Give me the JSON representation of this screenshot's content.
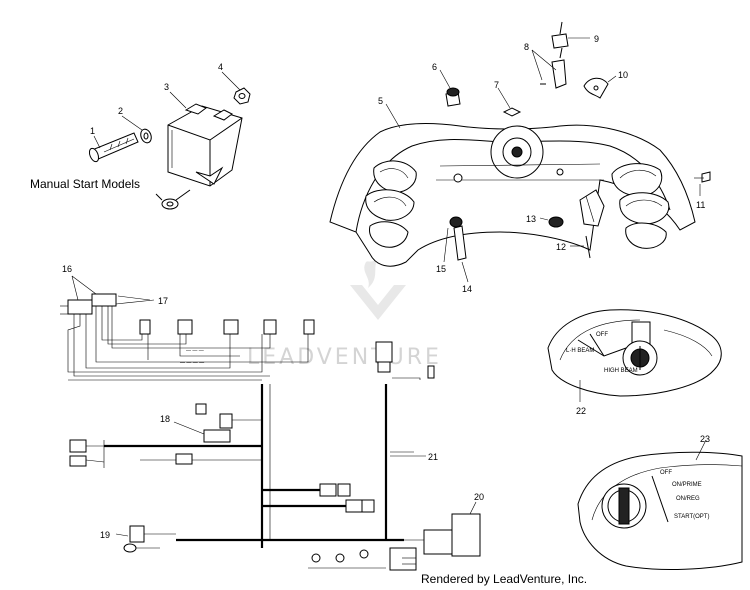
{
  "diagram": {
    "caption_manual_start": "Manual Start Models",
    "credit": "Rendered by LeadVenture, Inc.",
    "watermark": "LEADVENTURE",
    "callouts": [
      "1",
      "2",
      "3",
      "4",
      "5",
      "6",
      "7",
      "8",
      "9",
      "10",
      "11",
      "12",
      "13",
      "14",
      "15",
      "16",
      "17",
      "18",
      "19",
      "20",
      "21",
      "22",
      "23"
    ],
    "switch_22": {
      "left": "L·H BEAM",
      "right": "HIGH BEAM",
      "top": "OFF"
    },
    "switch_23": [
      "OFF",
      "ON/PRIME",
      "ON/REG",
      "START(OPT)"
    ]
  }
}
